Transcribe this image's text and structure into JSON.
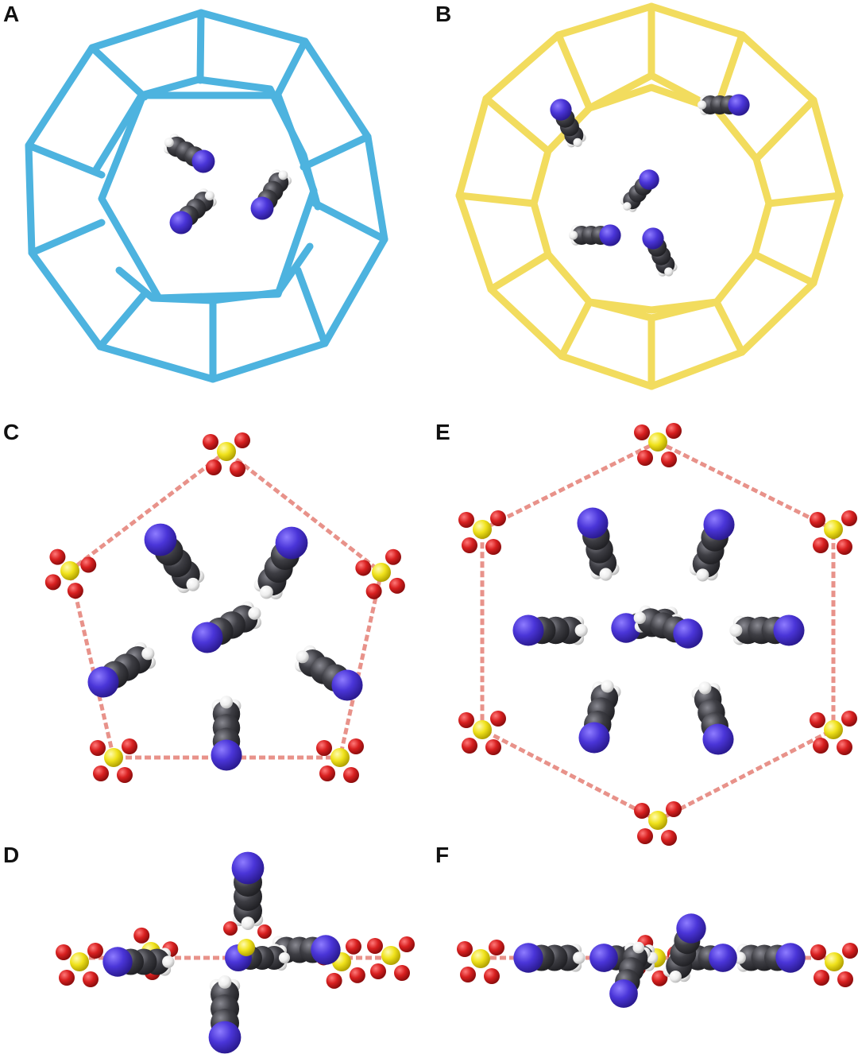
{
  "panels": [
    {
      "label": "A"
    },
    {
      "label": "B"
    },
    {
      "label": "C"
    },
    {
      "label": "E"
    },
    {
      "label": "D"
    },
    {
      "label": "F"
    }
  ],
  "colors": {
    "cage_A": "#4db3df",
    "cage_B": "#f2dc5e",
    "carbon": "#3e3e44",
    "nitrogen": "#4a35d8",
    "hydrogen": "#f2f2f2",
    "sulfur": "#f0e21c",
    "oxygen": "#d82020",
    "hbond": "#e8928a"
  }
}
